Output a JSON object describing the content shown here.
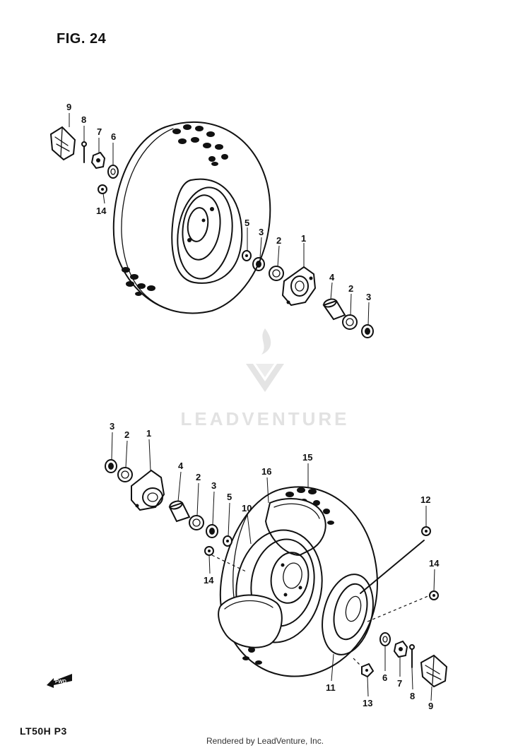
{
  "figure": {
    "title": "FIG. 24",
    "model_code": "LT50H P3"
  },
  "watermark": {
    "brand": "LEADVENTURE"
  },
  "footer": {
    "credit": "Rendered by LeadVenture, Inc."
  },
  "direction_marker": {
    "label": "FWD"
  },
  "callouts_upper": [
    "9",
    "8",
    "7",
    "6",
    "14",
    "5",
    "3",
    "2",
    "1",
    "4",
    "2",
    "3"
  ],
  "callouts_lower": [
    "3",
    "2",
    "1",
    "4",
    "2",
    "3",
    "5",
    "16",
    "15",
    "10",
    "14",
    "12",
    "14",
    "11",
    "13",
    "6",
    "7",
    "8",
    "9"
  ]
}
